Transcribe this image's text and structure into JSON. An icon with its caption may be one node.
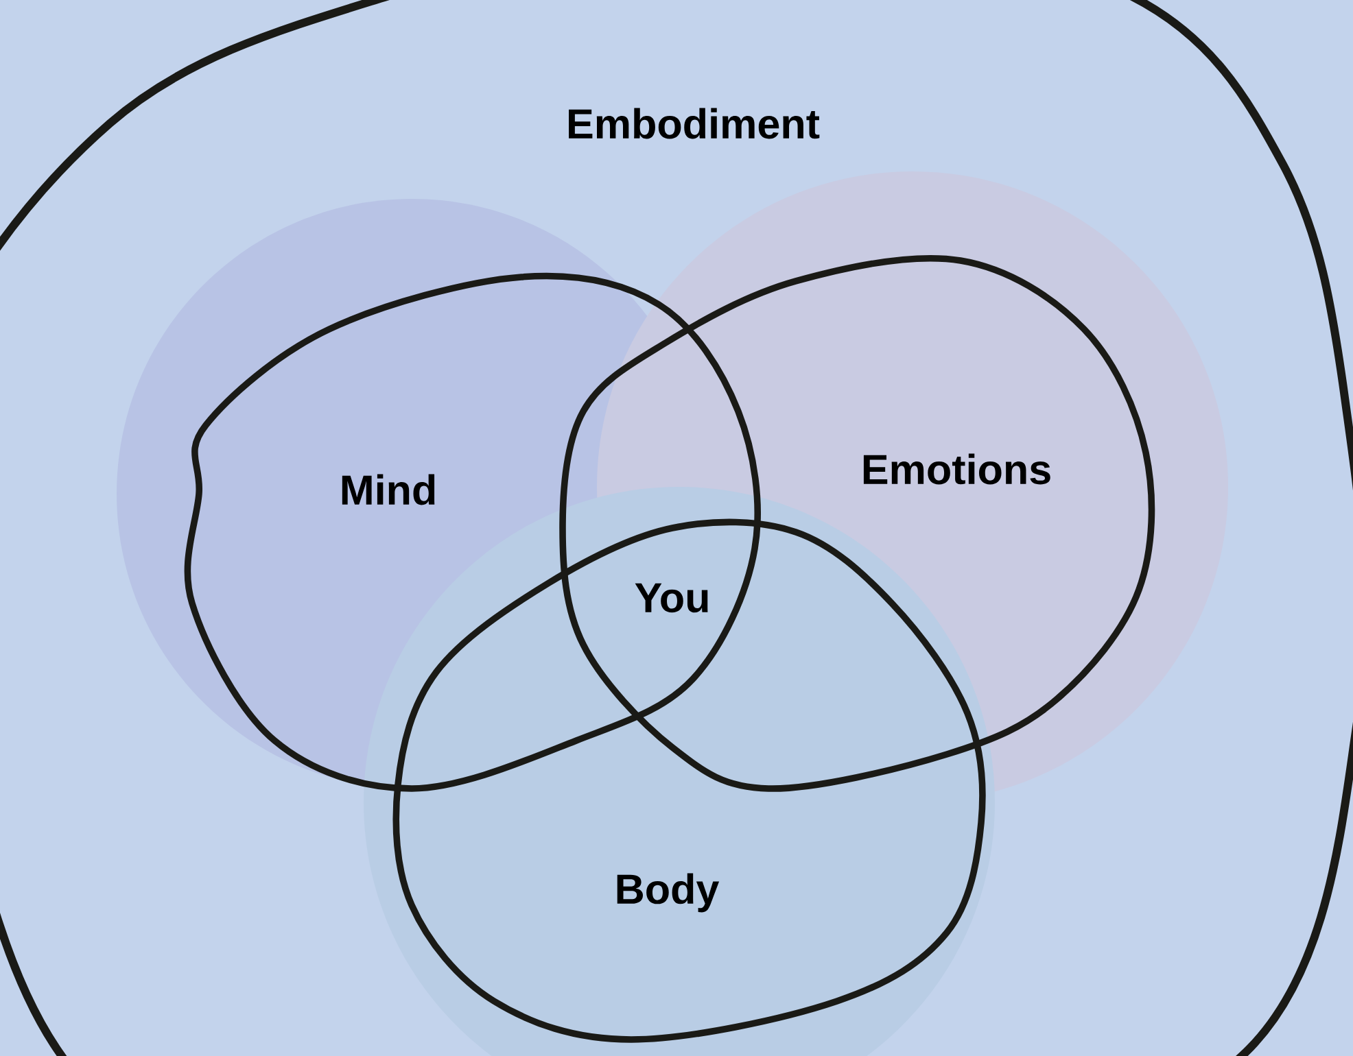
{
  "diagram": {
    "nodes": [
      {
        "text": [
          "Embodiment"
        ]
      },
      {
        "text": [
          "Mind"
        ],
        "in": 0
      },
      {
        "text": [
          "Emotions"
        ],
        "in": 0
      },
      {
        "text": [
          "Body"
        ],
        "in": 0
      }
    ],
    "labels": [
      "You"
    ]
  }
}
